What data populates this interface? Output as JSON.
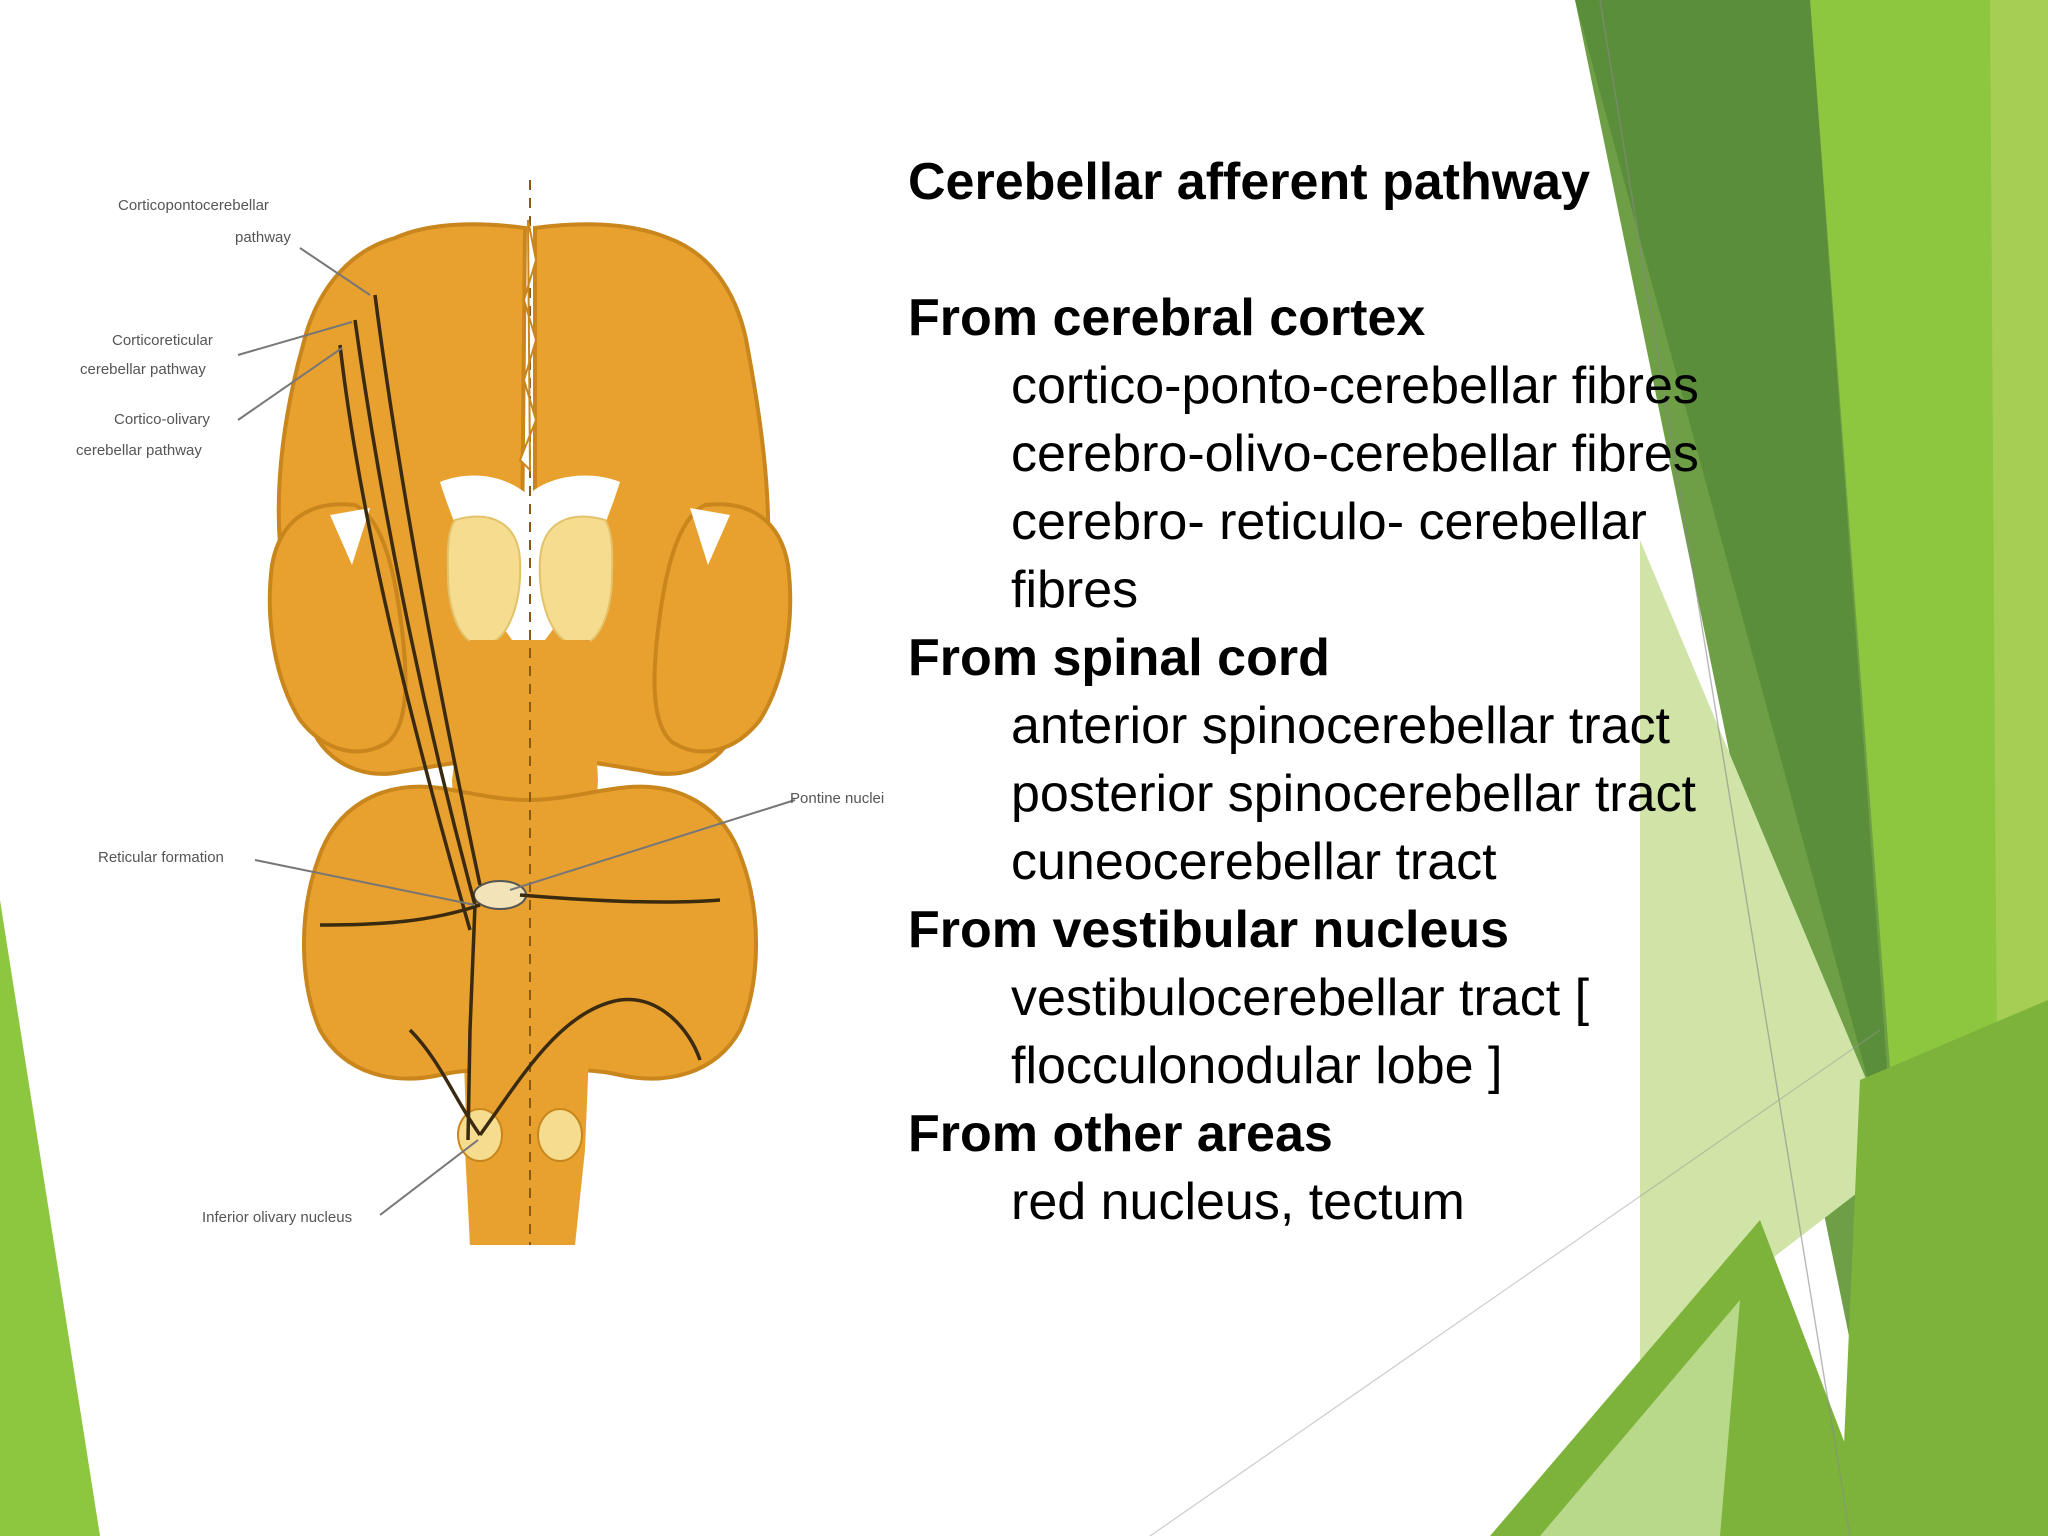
{
  "slide": {
    "title": "Cerebellar afferent pathway",
    "sections": [
      {
        "heading": "From cerebral cortex",
        "items": [
          "cortico-ponto-cerebellar fibres",
          "cerebro-olivo-cerebellar fibres",
          "cerebro- reticulo- cerebellar",
          "fibres"
        ]
      },
      {
        "heading": "From spinal cord",
        "items": [
          "anterior spinocerebellar tract",
          "posterior spinocerebellar tract",
          "cuneocerebellar tract"
        ]
      },
      {
        "heading": "From vestibular nucleus",
        "items": [
          "vestibulocerebellar tract  [",
          "flocculonodular lobe ]"
        ]
      },
      {
        "heading": "From other areas",
        "items": [
          "red nucleus, tectum"
        ]
      }
    ]
  },
  "figure": {
    "labels": {
      "corticopontocerebellar_1": "Corticopontocerebellar",
      "corticopontocerebellar_2": "pathway",
      "corticoreticular_1": "Corticoreticular",
      "corticoreticular_2": "cerebellar pathway",
      "corticoolivary_1": "Cortico-olivary",
      "corticoolivary_2": "cerebellar pathway",
      "pontine": "Pontine nuclei",
      "reticular": "Reticular formation",
      "inferior_olivary": "Inferior olivary nucleus"
    }
  },
  "colors": {
    "brain_fill": "#E8A02E",
    "brain_outline": "#C9861C",
    "nucleus_fill": "#F5DC8E",
    "green_dark": "#5B8E3A",
    "green_mid": "#7DB33A",
    "green_light": "#A6CE54",
    "green_pale": "#CFE4A6"
  }
}
